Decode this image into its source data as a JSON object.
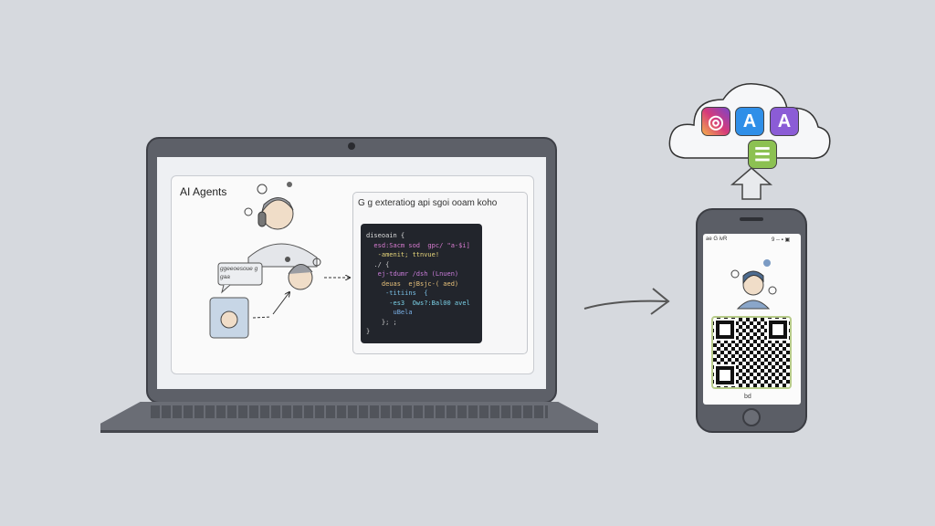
{
  "laptop": {
    "panel_title": "AI Agents",
    "code_header": "G g exteratiog api sgoi ooam koho",
    "code_lines": [
      "diseoain {",
      "  esd:Sacm sod  gpc/ \"a-$i]",
      "   -amenit; ttnvue!",
      "  ./ {",
      "   ej-tdumr /dsh (Lnuen)",
      "    deuas  ejBsjc-( aed)",
      "     -titiins  {",
      "      -es3  Ows?:Bal00 avel",
      "       uBela",
      "    }; ;",
      "}"
    ],
    "speech_bubble": "ggeeoesoue  ggaa"
  },
  "phone": {
    "status_left": "ae G ivR",
    "status_right": "9 -- ▪ ▣",
    "bottom_center": "bd"
  },
  "cloud": {
    "icons": [
      "instagram-icon",
      "app-store-icon",
      "app-store-purple-icon",
      "green-app-icon"
    ]
  },
  "colors": {
    "background": "#d6d9de",
    "device": "#5d6068",
    "code_bg": "#22252c",
    "app_store": "#2f8fe8",
    "purple": "#8b5cd6",
    "green": "#8cc152"
  }
}
